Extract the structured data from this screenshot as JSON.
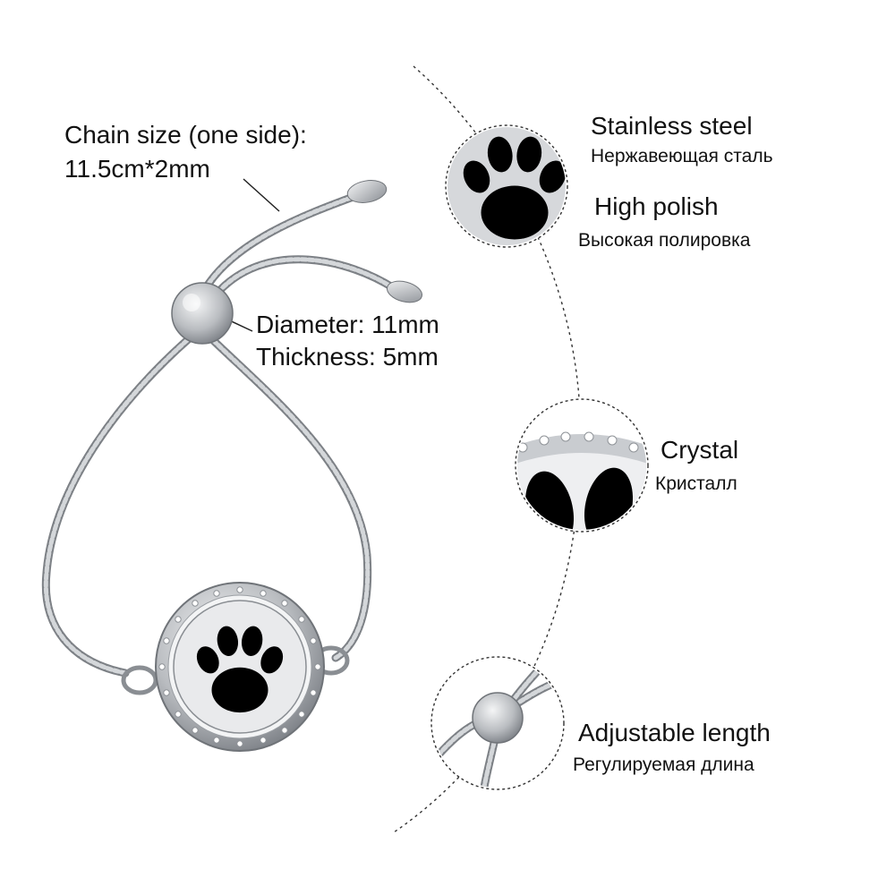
{
  "product": {
    "chain_size_title": "Chain size (one side):",
    "chain_size_value": "11.5cm*2mm",
    "diameter": "Diameter: 11mm",
    "thickness": "Thickness: 5mm"
  },
  "features": [
    {
      "en": "Stainless steel",
      "ru": "Нержавеющая сталь"
    },
    {
      "en": "High polish",
      "ru": "Высокая полировка"
    },
    {
      "en": "Crystal",
      "ru": "Кристалл"
    },
    {
      "en": "Adjustable length",
      "ru": "Регулируемая длина"
    }
  ],
  "colors": {
    "background": "#ffffff",
    "text": "#111111",
    "steel": "#b9bcc0",
    "steel_dark": "#7a7e84",
    "enamel": "#000000",
    "crystal": "#e8eef4"
  },
  "icons": [
    "paw-print-icon",
    "slider-bead-icon",
    "crystal-stone-icon"
  ]
}
